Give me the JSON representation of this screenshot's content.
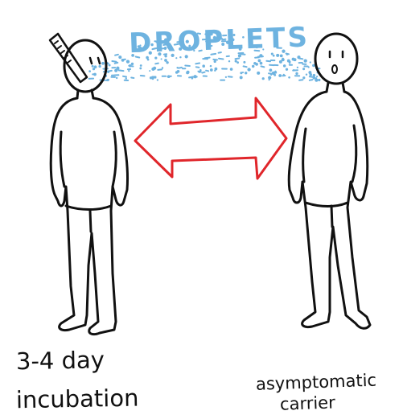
{
  "title": "DROPLETS",
  "left_label": {
    "line1": "3-4 day",
    "line2": "incubation"
  },
  "right_label": {
    "line1": "asymptomatic",
    "line2": "carrier"
  },
  "colors": {
    "ink": "#111111",
    "droplet": "#6eb3e0",
    "arrow": "#e0262b",
    "background": "#ffffff"
  },
  "icons": {
    "left_figure": "sick-person-with-thermometer",
    "right_figure": "neutral-person",
    "arrow": "double-headed-arrow",
    "droplets": "droplet-spray"
  }
}
